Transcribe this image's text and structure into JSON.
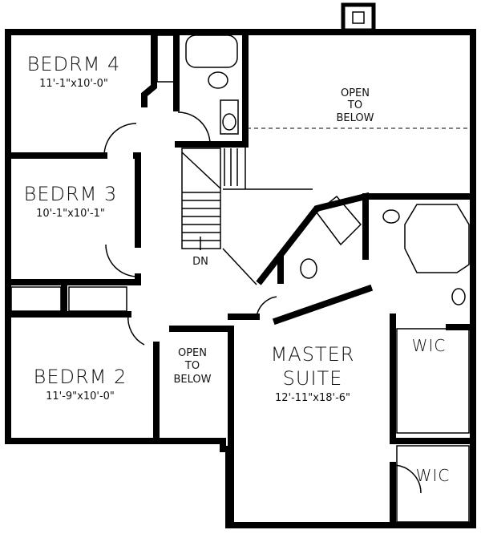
{
  "rooms": {
    "bedrm4": {
      "name": "BEDRM 4",
      "size": "11'-1\"x10'-0\""
    },
    "bedrm3": {
      "name": "BEDRM 3",
      "size": "10'-1\"x10'-1\""
    },
    "bedrm2": {
      "name": "BEDRM 2",
      "size": "11'-9\"x10'-0\""
    },
    "master": {
      "name1": "MASTER",
      "name2": "SUITE",
      "size": "12'-11\"x18'-6\""
    },
    "open_top": {
      "l1": "OPEN",
      "l2": "TO",
      "l3": "BELOW"
    },
    "open_small": {
      "l1": "OPEN",
      "l2": "TO",
      "l3": "BELOW"
    },
    "stairs": {
      "label": "DN"
    },
    "wic1": {
      "label": "WIC"
    },
    "wic2": {
      "label": "WIC"
    }
  }
}
